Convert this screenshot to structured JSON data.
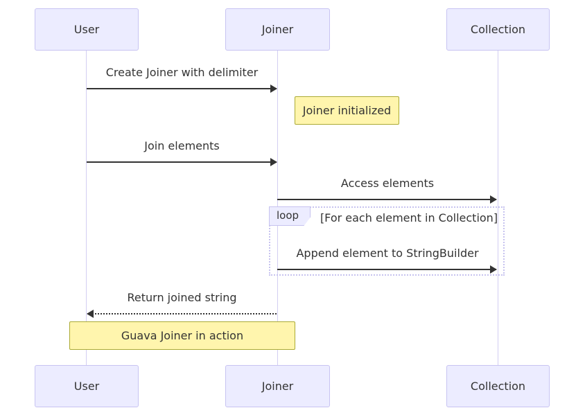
{
  "diagram": {
    "type": "sequence-diagram",
    "background": "#ffffff",
    "colors": {
      "actor_fill": "#ECECFF",
      "actor_border": "#c7c3f2",
      "lifeline": "#d2cef2",
      "arrow": "#333333",
      "text": "#333333",
      "note_fill": "#fff5ad",
      "note_border": "#aaaa33",
      "loop_border": "#c6c2ef"
    },
    "actors": {
      "user": "User",
      "joiner": "Joiner",
      "collection": "Collection"
    },
    "messages": [
      {
        "label": "Create Joiner with delimiter",
        "from": "User",
        "to": "Joiner",
        "line": "solid"
      },
      {
        "label": "Join elements",
        "from": "User",
        "to": "Joiner",
        "line": "solid"
      },
      {
        "label": "Access elements",
        "from": "Joiner",
        "to": "Collection",
        "line": "solid"
      },
      {
        "label": "Append element to StringBuilder",
        "from": "Joiner",
        "to": "Collection",
        "line": "solid"
      },
      {
        "label": "Return joined string",
        "from": "Joiner",
        "to": "User",
        "line": "dotted"
      }
    ],
    "notes": [
      {
        "label": "Joiner initialized",
        "over": "Joiner"
      },
      {
        "label": "Guava Joiner in action",
        "over": "User,Joiner"
      }
    ],
    "loop": {
      "label": "loop",
      "condition": "[For each element in Collection]"
    }
  }
}
